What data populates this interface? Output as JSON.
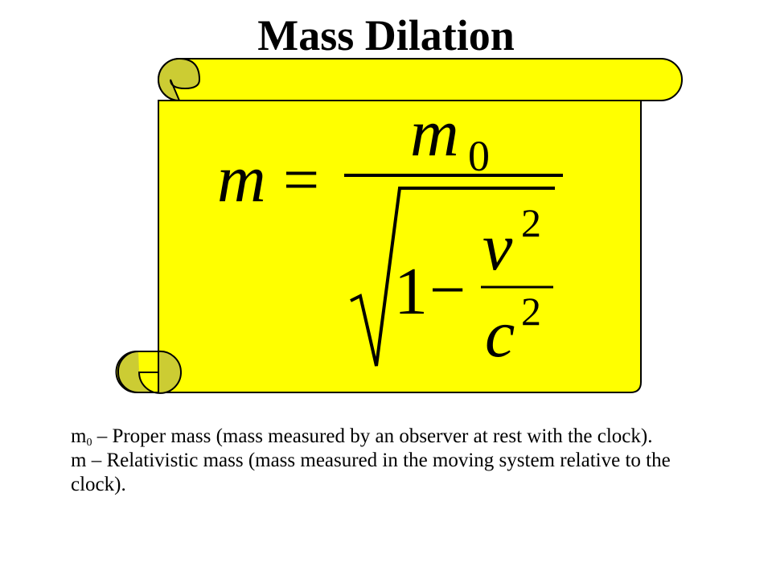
{
  "slide": {
    "title": "Mass Dilation"
  },
  "formula": {
    "lhs": "m",
    "equals": "=",
    "numerator_symbol": "m",
    "numerator_subscript": "0",
    "one": "1",
    "minus": "−",
    "velocity": "v",
    "light_speed": "c",
    "exponent_top": "2",
    "exponent_bottom": "2"
  },
  "definitions": {
    "proper_mass_symbol": "m",
    "proper_mass_subscript": "0",
    "proper_mass_text": " – Proper mass (mass measured by an observer at rest with the clock).",
    "relativistic_mass_text": "m – Relativistic mass (mass measured in the moving system relative to the clock)."
  },
  "colors": {
    "scroll_fill": "#ffff00",
    "scroll_curl": "#cccc33",
    "outline": "#000000"
  }
}
